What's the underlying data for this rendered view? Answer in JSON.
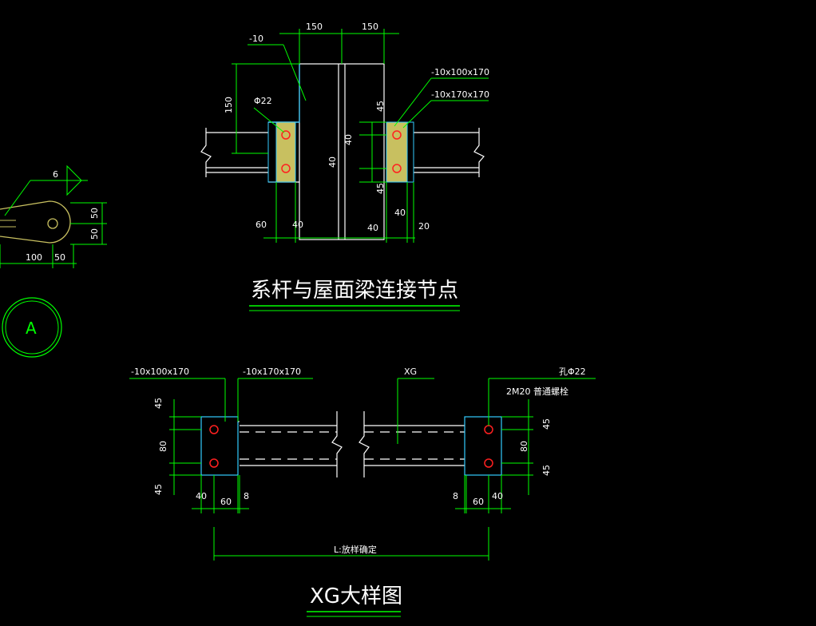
{
  "colors": {
    "background": "#000000",
    "dimension_line": "#00ff00",
    "steel_outline": "#ffffff",
    "plate": "#33ccff",
    "fill_plate": "#c8c060",
    "bolt": "#ff2020",
    "leader": "#00ff00",
    "text": "#ffffff"
  },
  "top_detail": {
    "title": "系杆与屋面梁连接节点",
    "dims": {
      "top_left": "150",
      "top_right": "150",
      "left_vertical": "150",
      "right_45_top": "45",
      "right_40": "40",
      "right_45_bottom": "45",
      "web_40": "40",
      "bottom_60": "60",
      "bottom_40_left": "40",
      "bottom_40_right": "40",
      "bottom_40_mid": "40",
      "bottom_20": "20"
    },
    "labels": {
      "stiffener": "-10",
      "bolt_hole": "Φ22",
      "plate_a": "-10x100x170",
      "plate_b": "-10x170x170"
    }
  },
  "left_detail": {
    "weld": "6",
    "dims": {
      "v_50_top": "50",
      "v_50_bottom": "50",
      "h_100": "100",
      "h_50": "50"
    },
    "circle_label": "A"
  },
  "bottom_detail": {
    "title": "XG大样图",
    "labels": {
      "plate_a": "-10x100x170",
      "plate_b": "-10x170x170",
      "member": "XG",
      "hole": "孔Φ22",
      "bolt": "2M20  普通螺栓",
      "length": "L:放样确定"
    },
    "dims": {
      "left_45_top": "45",
      "left_80": "80",
      "left_45_bottom": "45",
      "left_40": "40",
      "left_60": "60",
      "left_8": "8",
      "right_45_top": "45",
      "right_80": "80",
      "right_45_bottom": "45",
      "right_8": "8",
      "right_60": "60",
      "right_40": "40"
    }
  }
}
